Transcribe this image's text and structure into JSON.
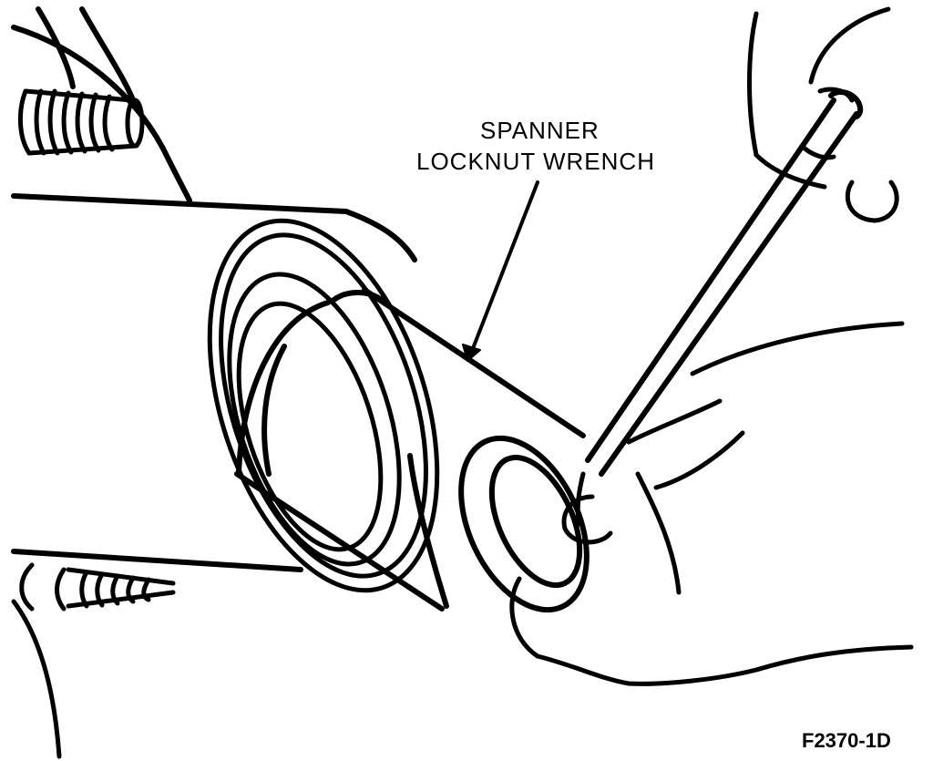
{
  "callout": {
    "line1": "SPANNER",
    "line2": "LOCKNUT WRENCH"
  },
  "figure_id": "F2370-1D",
  "colors": {
    "ink": "#000000",
    "paper": "#ffffff"
  }
}
